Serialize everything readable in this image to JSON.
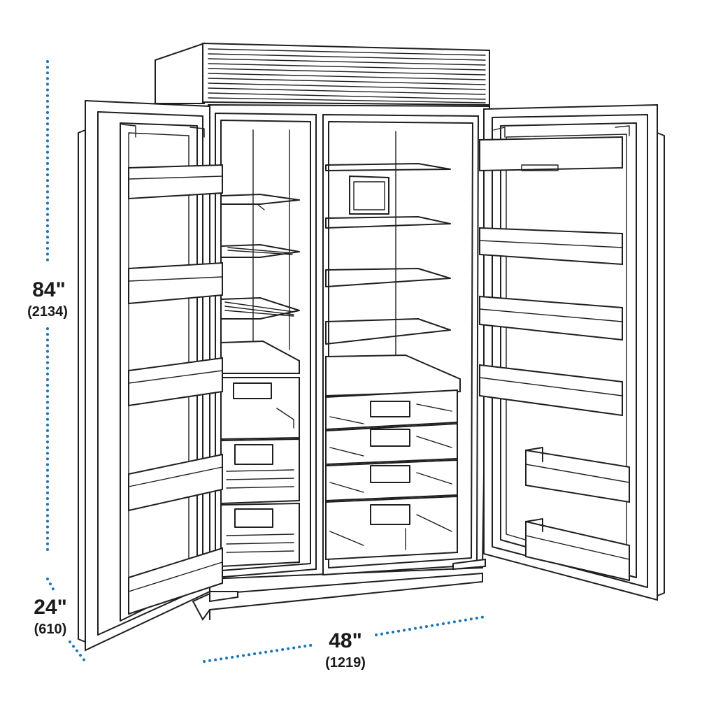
{
  "dimensions": {
    "height": {
      "main": "84\"",
      "sub": "(2134)"
    },
    "depth": {
      "main": "24\"",
      "sub": "(610)"
    },
    "width": {
      "main": "48\"",
      "sub": "(1219)"
    }
  },
  "colors": {
    "dimension_line": "#1f77b4",
    "drawing_stroke": "#1f1f1f",
    "background": "#ffffff"
  }
}
